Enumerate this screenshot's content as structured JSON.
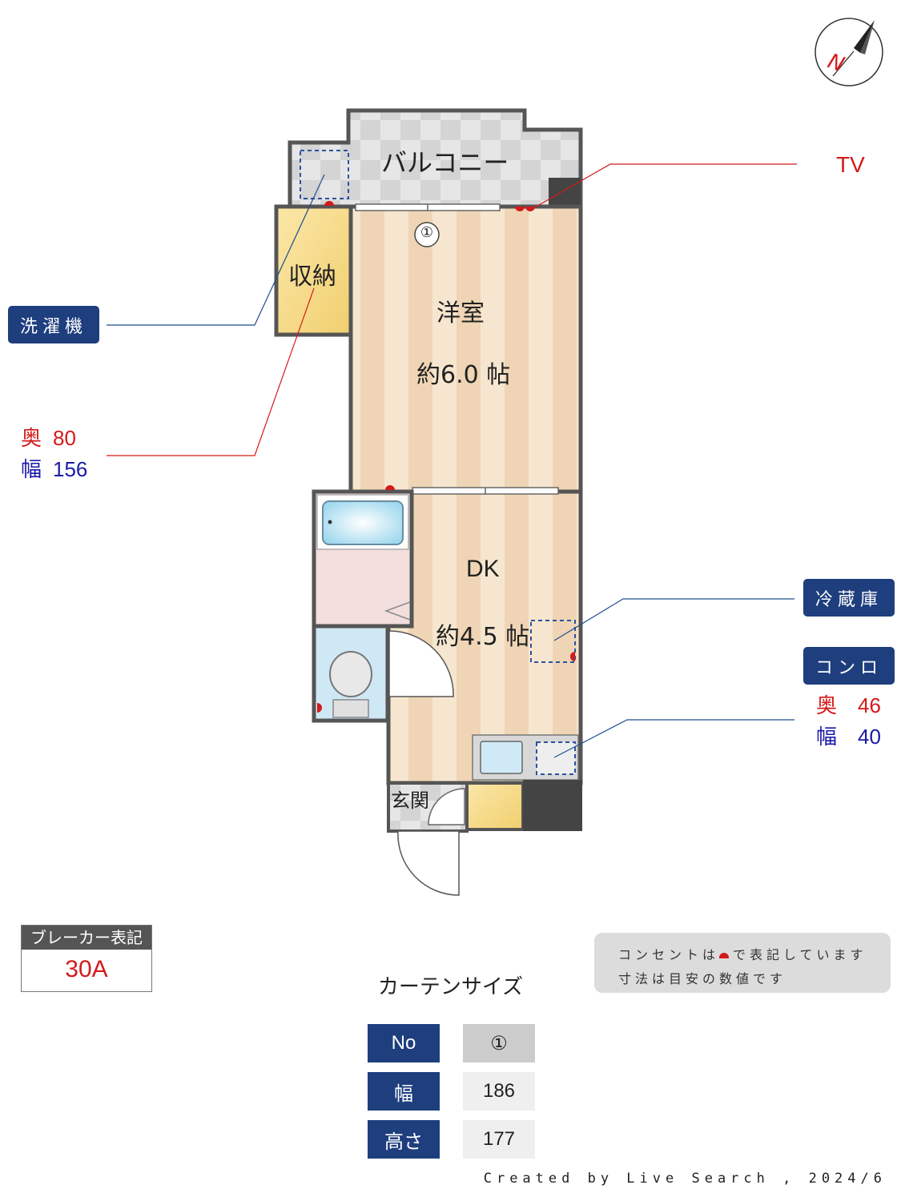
{
  "compass": {
    "letter": "N"
  },
  "rooms": {
    "balcony": "バルコニー",
    "storage": "収納",
    "western_room": {
      "name": "洋室",
      "size": "約6.0 帖"
    },
    "dk": {
      "name": "DK",
      "size": "約4.5 帖"
    },
    "entrance": "玄関"
  },
  "window_marker": "①",
  "callouts": {
    "tv": "TV",
    "washer": "洗濯機",
    "fridge": "冷蔵庫",
    "stove": "コンロ",
    "storage_depth_label": "奥",
    "storage_depth": "80",
    "storage_width_label": "幅",
    "storage_width": "156",
    "stove_depth_label": "奥",
    "stove_depth": "46",
    "stove_width_label": "幅",
    "stove_width": "40"
  },
  "breaker": {
    "label": "ブレーカー表記",
    "value": "30A"
  },
  "note": {
    "line1_a": "コンセントは",
    "line1_b": "で表記しています",
    "line2": "寸法は目安の数値です"
  },
  "curtain": {
    "title": "カーテンサイズ",
    "rows": [
      {
        "label": "No",
        "value": "①"
      },
      {
        "label": "幅",
        "value": "186"
      },
      {
        "label": "高さ",
        "value": "177"
      }
    ]
  },
  "credit": "Created by Live Search , 2024/6",
  "colors": {
    "navy": "#1e3e7e",
    "red": "#d41a1a",
    "blue": "#1a1aa8",
    "wall": "#4a4a4a",
    "floor_light": "#f7e6cf",
    "floor_dark": "#eed3b2",
    "storage": "#f5d98a"
  }
}
